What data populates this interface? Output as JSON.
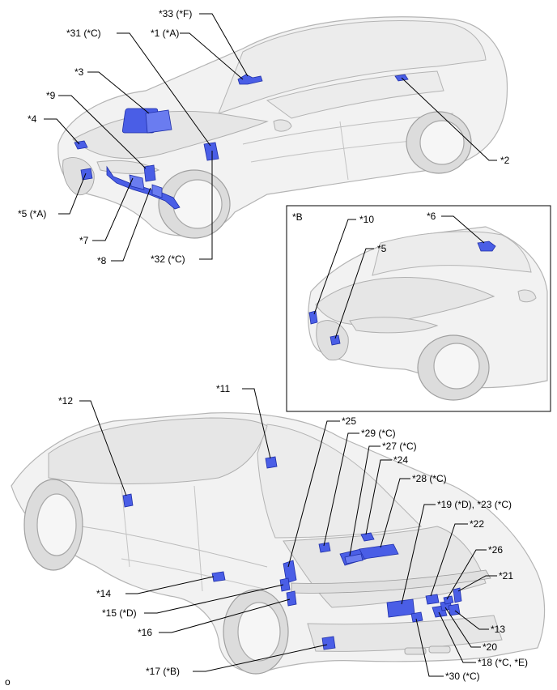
{
  "labels": {
    "l33": "*33 (*F)",
    "l31": "*31 (*C)",
    "l1": "*1 (*A)",
    "l3": "*3",
    "l9": "*9",
    "l4": "*4",
    "l2": "*2",
    "l5a": "*5 (*A)",
    "l7": "*7",
    "l8": "*8",
    "l32": "*32 (*C)",
    "inset": "*B",
    "l10": "*10",
    "l6": "*6",
    "l5": "*5",
    "l11": "*11",
    "l12": "*12",
    "l25": "*25",
    "l29": "*29 (*C)",
    "l27": "*27 (*C)",
    "l24": "*24",
    "l28": "*28 (*C)",
    "l19": "*19 (*D), *23 (*C)",
    "l22": "*22",
    "l26": "*26",
    "l21": "*21",
    "l14": "*14",
    "l15": "*15 (*D)",
    "l16": "*16",
    "l13": "*13",
    "l20": "*20",
    "l18": "*18 (*C, *E)",
    "l17": "*17 (*B)",
    "l30": "*30 (*C)",
    "corner": "o"
  },
  "colors": {
    "part_fill": "#4a5ee6",
    "part_stroke": "#1f2fa8",
    "car_fill": "#f2f2f2",
    "car_line": "#b4b4b4"
  }
}
